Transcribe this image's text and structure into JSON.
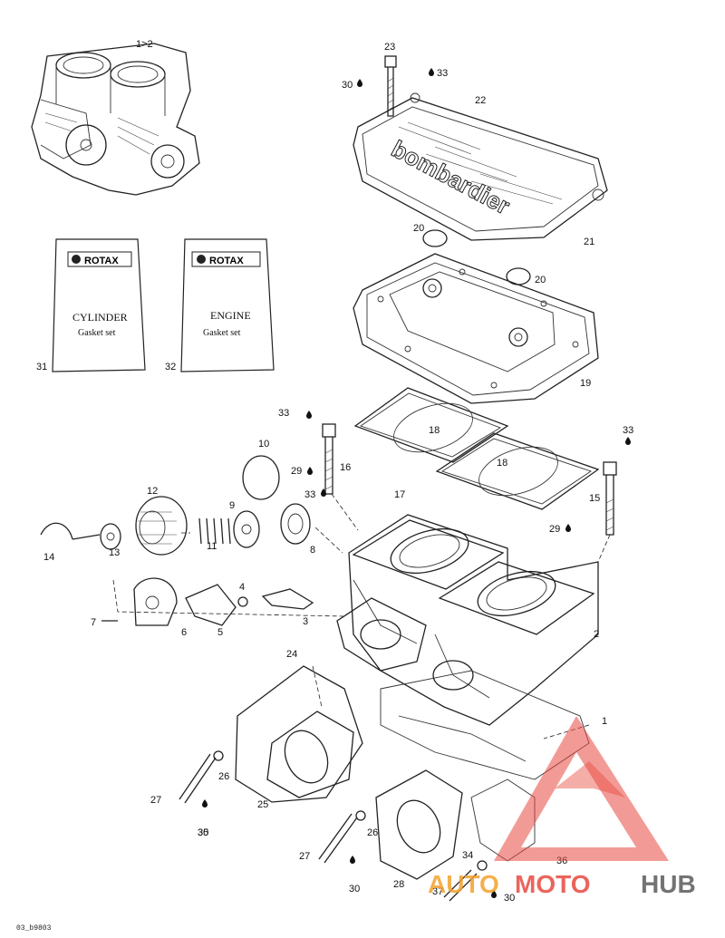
{
  "diagram": {
    "code": "03_b9803",
    "assembly_label": "1>2",
    "labels": {
      "p1": "1",
      "p2": "2",
      "p3": "3",
      "p4": "4",
      "p5": "5",
      "p6": "6",
      "p7": "7",
      "p8": "8",
      "p9": "9",
      "p10": "10",
      "p11": "11",
      "p12": "12",
      "p13": "13",
      "p14": "14",
      "p15": "15",
      "p16": "16",
      "p17": "17",
      "p18a": "18",
      "p18b": "18",
      "p19": "19",
      "p20a": "20",
      "p20b": "20",
      "p21": "21",
      "p22": "22",
      "p23": "23",
      "p24": "24",
      "p25": "25",
      "p26a": "26",
      "p26b": "26",
      "p27a": "27",
      "p27b": "27",
      "p28": "28",
      "p29a": "29",
      "p29b": "29",
      "p30a": "30",
      "p30b": "30",
      "p30c": "30",
      "p30d": "30",
      "p31": "31",
      "p32": "32",
      "p33a": "33",
      "p33b": "33",
      "p33c": "33",
      "p33d": "33",
      "p34": "34",
      "p35": "35",
      "p36": "36",
      "p37": "37"
    },
    "booklets": {
      "cylinder": {
        "brand": "ROTAX",
        "line1": "CYLINDER",
        "line2": "Gasket set"
      },
      "engine": {
        "brand": "ROTAX",
        "line1": "ENGINE",
        "line2": "Gasket set"
      }
    },
    "stamp": "bombardier"
  },
  "watermark": {
    "part1": "AUTO",
    "part2": "MOTO",
    "part3": "HUB",
    "colors": {
      "auto": "#f2a12b",
      "moto": "#e8493f",
      "hub": "#5a5a5a",
      "triangle": "#e8493f"
    }
  }
}
